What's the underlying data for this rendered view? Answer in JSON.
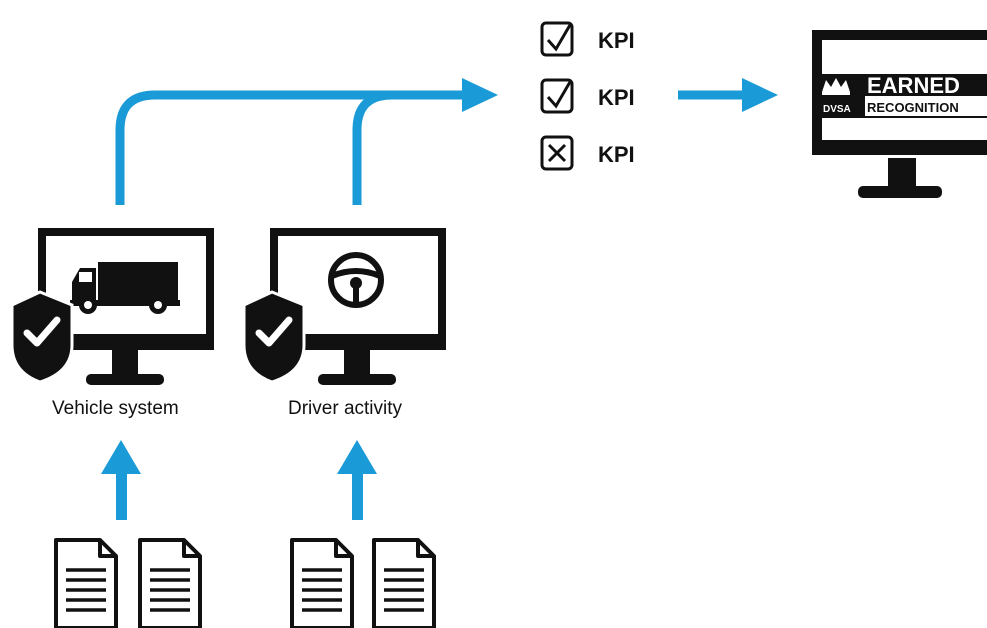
{
  "systems": [
    {
      "label": "Vehicle system",
      "icon": "truck-icon"
    },
    {
      "label": "Driver activity",
      "icon": "steering-wheel-icon"
    }
  ],
  "kpis": [
    {
      "label": "KPI",
      "status": "checked"
    },
    {
      "label": "KPI",
      "status": "checked"
    },
    {
      "label": "KPI",
      "status": "failed"
    }
  ],
  "earned_recognition": {
    "main": "EARNED",
    "sub": "RECOGNITION",
    "badge": "DVSA"
  },
  "colors": {
    "arrow": "#1a9ad6",
    "ink": "#111111"
  }
}
